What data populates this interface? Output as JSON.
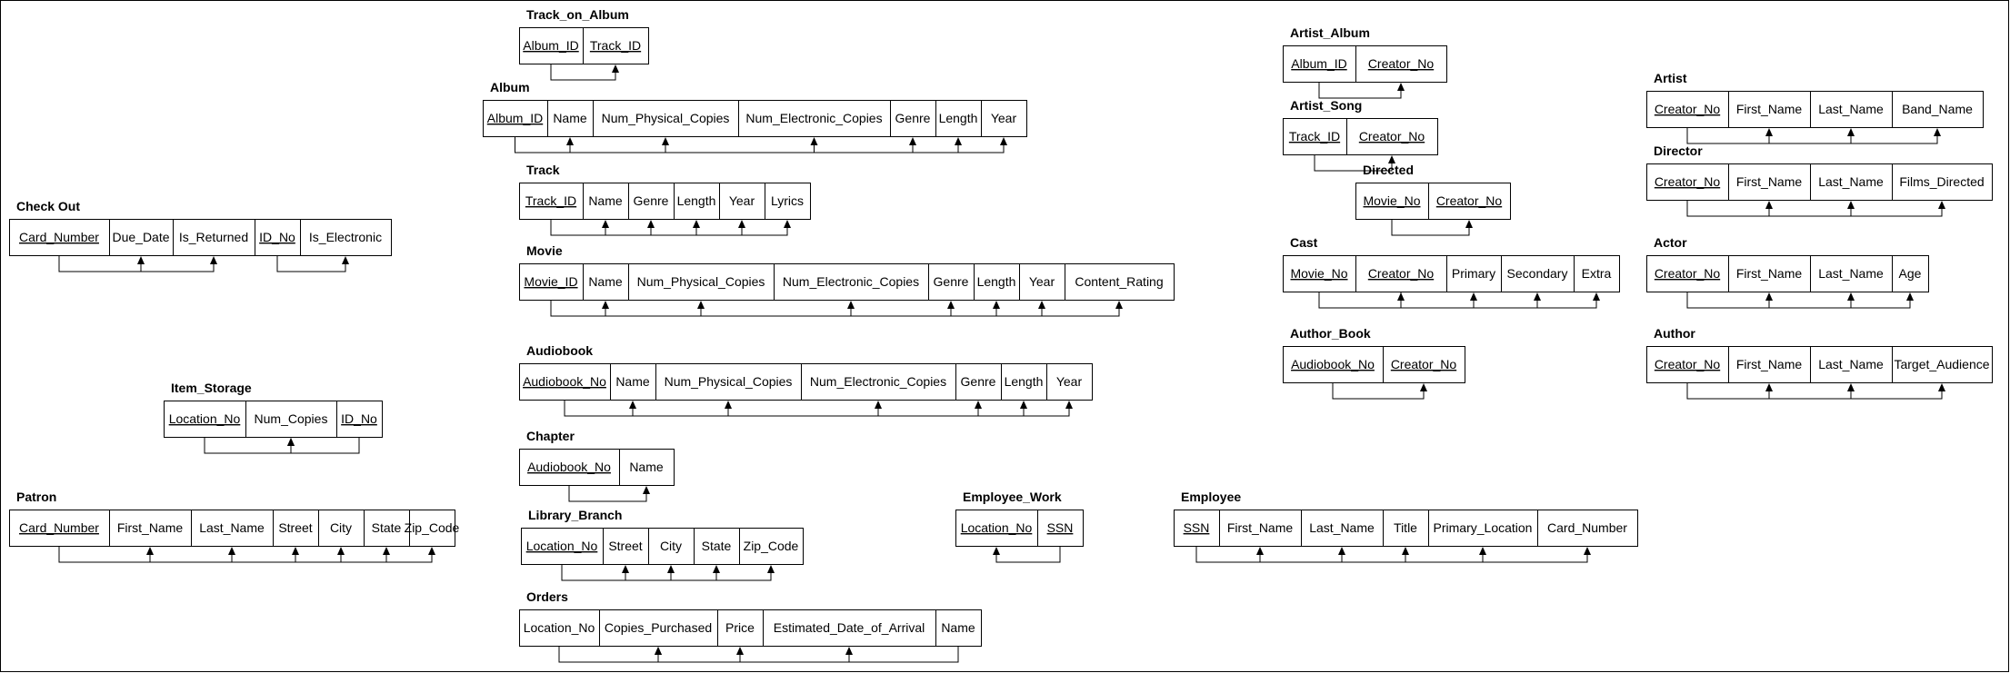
{
  "tables": [
    {
      "name": "Track_on_Album",
      "attrs": [
        {
          "t": "Album_ID",
          "pk": true
        },
        {
          "t": "Track_ID",
          "pk": true
        }
      ],
      "links": [
        [
          0,
          1
        ]
      ]
    },
    {
      "name": "Album",
      "attrs": [
        {
          "t": "Album_ID",
          "pk": true
        },
        {
          "t": "Name"
        },
        {
          "t": "Num_Physical_Copies"
        },
        {
          "t": "Num_Electronic_Copies"
        },
        {
          "t": "Genre"
        },
        {
          "t": "Length"
        },
        {
          "t": "Year"
        }
      ],
      "links": [
        [
          0,
          1
        ],
        [
          0,
          2
        ],
        [
          0,
          3
        ],
        [
          0,
          4
        ],
        [
          0,
          5
        ],
        [
          0,
          6
        ]
      ]
    },
    {
      "name": "Track",
      "attrs": [
        {
          "t": "Track_ID",
          "pk": true
        },
        {
          "t": "Name"
        },
        {
          "t": "Genre"
        },
        {
          "t": "Length"
        },
        {
          "t": "Year"
        },
        {
          "t": "Lyrics"
        }
      ],
      "links": [
        [
          0,
          1
        ],
        [
          0,
          2
        ],
        [
          0,
          3
        ],
        [
          0,
          4
        ],
        [
          0,
          5
        ]
      ]
    },
    {
      "name": "Movie",
      "attrs": [
        {
          "t": "Movie_ID",
          "pk": true
        },
        {
          "t": "Name"
        },
        {
          "t": "Num_Physical_Copies"
        },
        {
          "t": "Num_Electronic_Copies"
        },
        {
          "t": "Genre"
        },
        {
          "t": "Length"
        },
        {
          "t": "Year"
        },
        {
          "t": "Content_Rating"
        }
      ],
      "links": [
        [
          0,
          1
        ],
        [
          0,
          2
        ],
        [
          0,
          3
        ],
        [
          0,
          4
        ],
        [
          0,
          5
        ],
        [
          0,
          6
        ],
        [
          0,
          7
        ]
      ]
    },
    {
      "name": "Audiobook",
      "attrs": [
        {
          "t": "Audiobook_No",
          "pk": true
        },
        {
          "t": "Name"
        },
        {
          "t": "Num_Physical_Copies"
        },
        {
          "t": "Num_Electronic_Copies"
        },
        {
          "t": "Genre"
        },
        {
          "t": "Length"
        },
        {
          "t": "Year"
        }
      ],
      "links": [
        [
          0,
          1
        ],
        [
          0,
          2
        ],
        [
          0,
          3
        ],
        [
          0,
          4
        ],
        [
          0,
          5
        ],
        [
          0,
          6
        ]
      ]
    },
    {
      "name": "Chapter",
      "attrs": [
        {
          "t": "Audiobook_No",
          "pk": true
        },
        {
          "t": "Name"
        }
      ],
      "links": [
        [
          0,
          1
        ]
      ]
    },
    {
      "name": "Library_Branch",
      "attrs": [
        {
          "t": "Location_No",
          "pk": true
        },
        {
          "t": "Street"
        },
        {
          "t": "City"
        },
        {
          "t": "State"
        },
        {
          "t": "Zip_Code"
        }
      ],
      "links": [
        [
          0,
          1
        ],
        [
          0,
          2
        ],
        [
          0,
          3
        ],
        [
          0,
          4
        ]
      ]
    },
    {
      "name": "Orders",
      "attrs": [
        {
          "t": "Location_No"
        },
        {
          "t": "Copies_Purchased"
        },
        {
          "t": "Price"
        },
        {
          "t": "Estimated_Date_of_Arrival"
        },
        {
          "t": "Name"
        }
      ],
      "links": [
        [
          0,
          1
        ],
        [
          0,
          2
        ],
        [
          0,
          3
        ],
        [
          4,
          1
        ]
      ]
    },
    {
      "name": "Check Out",
      "attrs": [
        {
          "t": "Card_Number",
          "pk": true
        },
        {
          "t": "Due_Date"
        },
        {
          "t": "Is_Returned"
        },
        {
          "t": "ID_No",
          "pk": true
        },
        {
          "t": "Is_Electronic"
        }
      ],
      "links": [
        [
          0,
          1
        ],
        [
          0,
          2
        ],
        [
          3,
          4
        ]
      ]
    },
    {
      "name": "Item_Storage",
      "attrs": [
        {
          "t": "Location_No",
          "pk": true
        },
        {
          "t": "Num_Copies"
        },
        {
          "t": "ID_No",
          "pk": true
        }
      ],
      "links": [
        [
          0,
          1
        ],
        [
          2,
          1
        ]
      ]
    },
    {
      "name": "Patron",
      "attrs": [
        {
          "t": "Card_Number",
          "pk": true
        },
        {
          "t": "First_Name"
        },
        {
          "t": "Last_Name"
        },
        {
          "t": "Street"
        },
        {
          "t": "City"
        },
        {
          "t": "State"
        },
        {
          "t": "Zip_Code"
        }
      ],
      "links": [
        [
          0,
          1
        ],
        [
          0,
          2
        ],
        [
          0,
          3
        ],
        [
          0,
          4
        ],
        [
          0,
          5
        ],
        [
          0,
          6
        ]
      ]
    },
    {
      "name": "Employee_Work",
      "attrs": [
        {
          "t": "Location_No",
          "pk": true
        },
        {
          "t": "SSN",
          "pk": true
        }
      ],
      "links": [
        [
          1,
          0
        ]
      ]
    },
    {
      "name": "Employee",
      "attrs": [
        {
          "t": "SSN",
          "pk": true
        },
        {
          "t": "First_Name"
        },
        {
          "t": "Last_Name"
        },
        {
          "t": "Title"
        },
        {
          "t": "Primary_Location"
        },
        {
          "t": "Card_Number"
        }
      ],
      "links": [
        [
          0,
          1
        ],
        [
          0,
          2
        ],
        [
          0,
          3
        ],
        [
          0,
          4
        ],
        [
          0,
          5
        ]
      ]
    },
    {
      "name": "Artist_Album",
      "attrs": [
        {
          "t": "Album_ID",
          "pk": true
        },
        {
          "t": "Creator_No",
          "pk": true
        }
      ],
      "links": [
        [
          0,
          1
        ]
      ]
    },
    {
      "name": "Artist_Song",
      "attrs": [
        {
          "t": "Track_ID",
          "pk": true
        },
        {
          "t": "Creator_No",
          "pk": true
        }
      ],
      "links": [
        [
          0,
          1
        ]
      ]
    },
    {
      "name": "Directed",
      "attrs": [
        {
          "t": "Movie_No",
          "pk": true
        },
        {
          "t": "Creator_No",
          "pk": true
        }
      ],
      "links": [
        [
          0,
          1
        ]
      ]
    },
    {
      "name": "Cast",
      "attrs": [
        {
          "t": "Movie_No",
          "pk": true
        },
        {
          "t": "Creator_No",
          "pk": true
        },
        {
          "t": "Primary"
        },
        {
          "t": "Secondary"
        },
        {
          "t": "Extra"
        }
      ],
      "links": [
        [
          0,
          1
        ],
        [
          1,
          2
        ],
        [
          1,
          3
        ],
        [
          1,
          4
        ]
      ]
    },
    {
      "name": "Author_Book",
      "attrs": [
        {
          "t": "Audiobook_No",
          "pk": true
        },
        {
          "t": "Creator_No",
          "pk": true
        }
      ],
      "links": [
        [
          0,
          1
        ]
      ]
    },
    {
      "name": "Artist",
      "attrs": [
        {
          "t": "Creator_No",
          "pk": true
        },
        {
          "t": "First_Name"
        },
        {
          "t": "Last_Name"
        },
        {
          "t": "Band_Name"
        }
      ],
      "links": [
        [
          0,
          1
        ],
        [
          0,
          2
        ],
        [
          0,
          3
        ]
      ]
    },
    {
      "name": "Director",
      "attrs": [
        {
          "t": "Creator_No",
          "pk": true
        },
        {
          "t": "First_Name"
        },
        {
          "t": "Last_Name"
        },
        {
          "t": "Films_Directed"
        }
      ],
      "links": [
        [
          0,
          1
        ],
        [
          0,
          2
        ],
        [
          0,
          3
        ]
      ]
    },
    {
      "name": "Actor",
      "attrs": [
        {
          "t": "Creator_No",
          "pk": true
        },
        {
          "t": "First_Name"
        },
        {
          "t": "Last_Name"
        },
        {
          "t": "Age"
        }
      ],
      "links": [
        [
          0,
          1
        ],
        [
          0,
          2
        ],
        [
          0,
          3
        ]
      ]
    },
    {
      "name": "Author",
      "attrs": [
        {
          "t": "Creator_No",
          "pk": true
        },
        {
          "t": "First_Name"
        },
        {
          "t": "Last_Name"
        },
        {
          "t": "Target_Audience"
        }
      ],
      "links": [
        [
          0,
          1
        ],
        [
          0,
          2
        ],
        [
          0,
          3
        ]
      ]
    }
  ]
}
